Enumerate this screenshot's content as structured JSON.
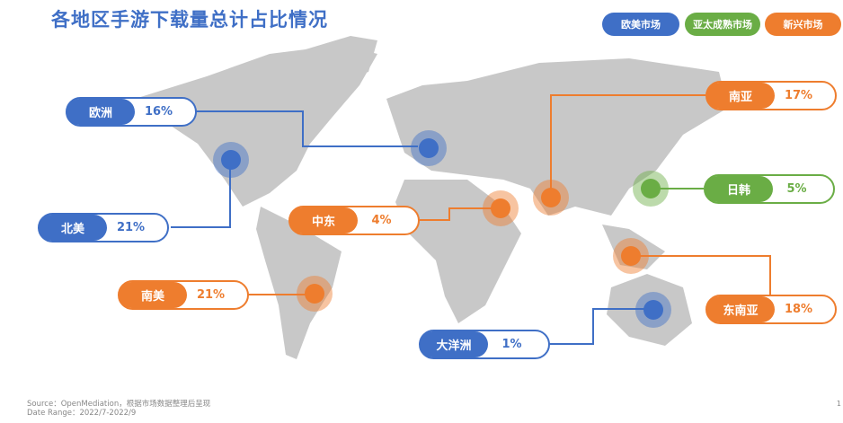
{
  "title": "各地区手游下载量总计占比情况",
  "colors": {
    "mature_west": "#3f6fc6",
    "apac_mature": "#6aad45",
    "emerging": "#ee7d2e"
  },
  "legend": [
    {
      "label": "欧美市场",
      "color": "#3f6fc6"
    },
    {
      "label": "亚太成熟市场",
      "color": "#6aad45"
    },
    {
      "label": "新兴市场",
      "color": "#ee7d2e"
    }
  ],
  "regions": [
    {
      "name": "欧洲",
      "value": "16%",
      "market": "欧美市场"
    },
    {
      "name": "北美",
      "value": "21%",
      "market": "欧美市场"
    },
    {
      "name": "南美",
      "value": "21%",
      "market": "新兴市场"
    },
    {
      "name": "中东",
      "value": "4%",
      "market": "新兴市场"
    },
    {
      "name": "南亚",
      "value": "17%",
      "market": "新兴市场"
    },
    {
      "name": "日韩",
      "value": "5%",
      "market": "亚太成熟市场"
    },
    {
      "name": "东南亚",
      "value": "18%",
      "market": "新兴市场"
    },
    {
      "name": "大洋洲",
      "value": "1%",
      "market": "欧美市场"
    }
  ],
  "footer": {
    "source": "Source：OpenMediation，根据市场数据整理后呈现",
    "date_range": "Date Range：2022/7-2022/9"
  },
  "page_number": "1"
}
